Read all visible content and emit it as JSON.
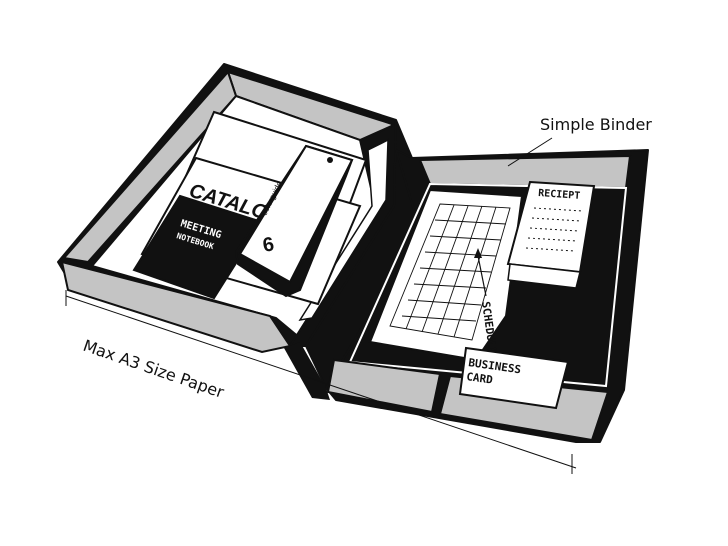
{
  "labels": {
    "simple_binder": "Simple Binder",
    "max_paper": "Max A3 Size Paper"
  },
  "items": {
    "catalog": "CATALOG",
    "meeting": "MEETING",
    "notebook": "NOTEBOOK",
    "colorguide": "colorguide",
    "colorguide_number": "6",
    "receipt": "RECIEPT",
    "schedule": "SCHEDULE",
    "business": "BUSINESS",
    "card": "CARD"
  },
  "colors": {
    "ink": "#111111",
    "panel_gray": "#c4c4c4",
    "paper": "#ffffff"
  }
}
